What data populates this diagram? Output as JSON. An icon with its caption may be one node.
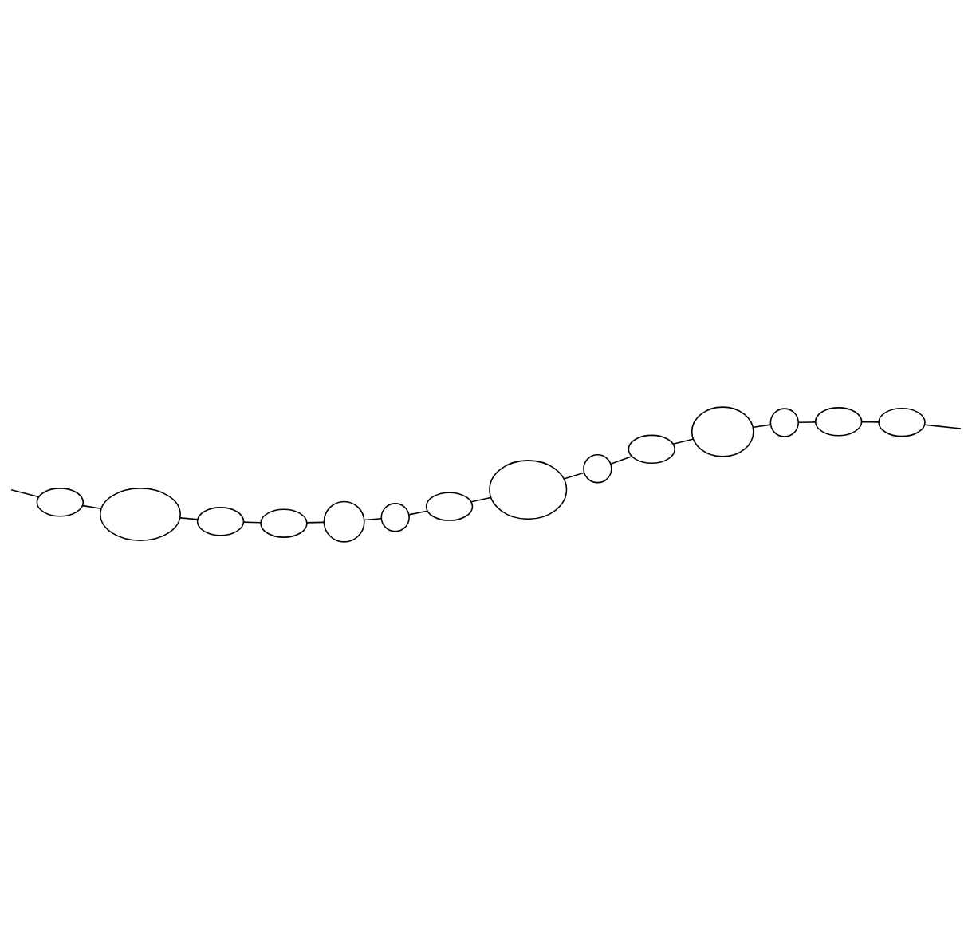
{
  "diagram": {
    "nodes": [
      {
        "text": [],
        "shape": "ellipse"
      },
      {
        "text": [],
        "shape": "ellipse"
      },
      {
        "text": [],
        "shape": "ellipse"
      },
      {
        "text": [],
        "shape": "circle"
      },
      {
        "text": [],
        "shape": "ellipse"
      },
      {
        "text": [],
        "shape": "ellipse"
      },
      {
        "text": [],
        "shape": "ellipse"
      },
      {
        "text": [],
        "shape": "ellipse"
      },
      {
        "text": [],
        "shape": "ellipse"
      },
      {
        "text": [],
        "shape": "circle"
      },
      {
        "text": [],
        "shape": "ellipse"
      },
      {
        "text": [],
        "shape": "circle"
      },
      {
        "text": [],
        "shape": "circle"
      },
      {
        "text": [],
        "shape": "ellipse"
      }
    ],
    "edges": [
      {
        "from": null,
        "to": 0,
        "arrow": "none"
      },
      {
        "from": 1,
        "to": null,
        "arrow": "none"
      },
      {
        "from": 0,
        "to": 4,
        "arrow": "none"
      },
      {
        "from": 2,
        "to": 1,
        "arrow": "none"
      },
      {
        "from": 2,
        "to": 3,
        "arrow": "none"
      },
      {
        "from": 3,
        "to": 5,
        "arrow": "none"
      },
      {
        "from": 4,
        "to": 6,
        "arrow": "none"
      },
      {
        "from": 6,
        "to": 7,
        "arrow": "none"
      },
      {
        "from": 7,
        "to": 11,
        "arrow": "none"
      },
      {
        "from": 11,
        "to": 9,
        "arrow": "none"
      },
      {
        "from": 9,
        "to": 13,
        "arrow": "none"
      },
      {
        "from": 13,
        "to": 10,
        "arrow": "none"
      },
      {
        "from": 5,
        "to": 8,
        "arrow": "none"
      },
      {
        "from": 8,
        "to": 12,
        "arrow": "none"
      },
      {
        "from": 10,
        "to": 12,
        "arrow": "none"
      }
    ]
  }
}
